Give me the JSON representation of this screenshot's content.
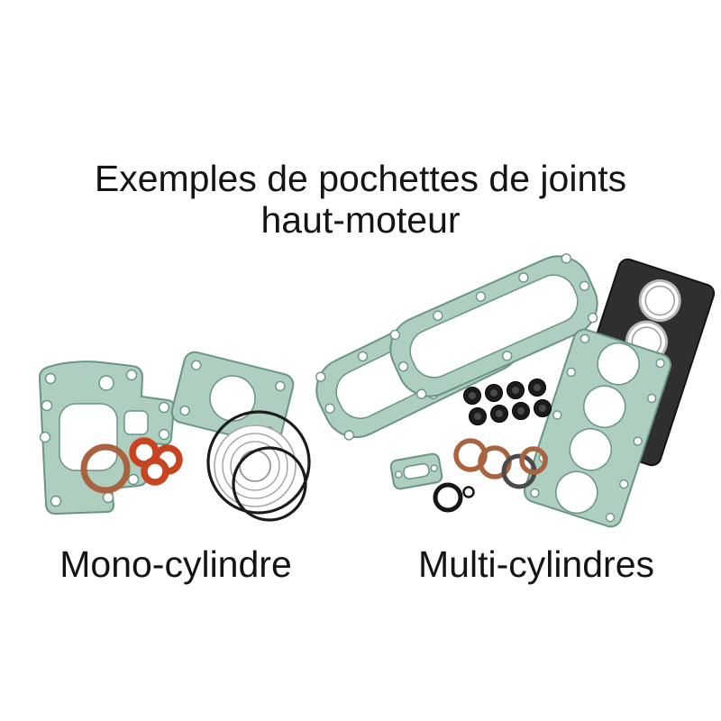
{
  "title": {
    "line1": "Exemples de pochettes de joints",
    "line2": "haut-moteur"
  },
  "figure_mono": {
    "caption": "Mono-cylindre",
    "parts": [
      "cylinder base gasket",
      "head gasket",
      "copper washer",
      "exhaust ring gaskets",
      "aluminium ring gasket",
      "o-rings"
    ]
  },
  "figure_multi": {
    "caption": "Multi-cylindres",
    "parts": [
      "valve cover gaskets",
      "metal head gasket",
      "multi-cylinder head gasket",
      "valve stem seals",
      "copper sealing rings",
      "small gasket",
      "o-rings"
    ]
  },
  "colors": {
    "background": "#ffffff",
    "text": "#141414",
    "gasket_teal": "#aecfc0",
    "gasket_teal_edge": "#6a9486",
    "copper": "#a9643f",
    "exhaust_orange": "#c8431f",
    "rubber_black": "#1b1b1b",
    "metal_dark": "#2f2f2f",
    "metal_bore": "#b9b9b9",
    "ring_grey": "#9a9a9a"
  }
}
